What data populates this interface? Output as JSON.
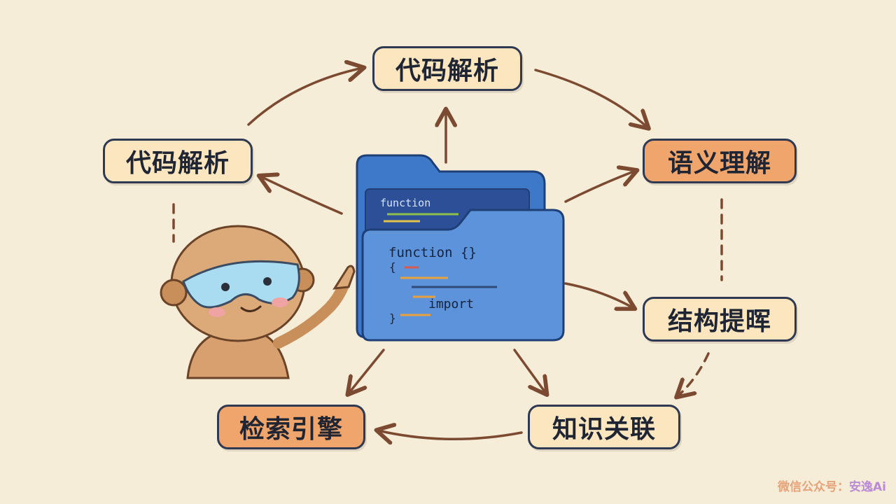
{
  "nodes": {
    "top": "代码解析",
    "left": "代码解析",
    "right_top": "语义理解",
    "right_mid": "结构提晖",
    "bottom_right": "知识关联",
    "bottom_left": "检索引擎"
  },
  "code": {
    "back_label": "function",
    "front_line1": "function {}",
    "front_brace_open": "{",
    "front_import": "import",
    "front_brace_close": "}"
  },
  "watermark": {
    "label": "微信公众号：",
    "brand": "安逸Ai"
  },
  "colors": {
    "background": "#f6edd9",
    "node_light": "#fbe6bf",
    "node_dark": "#efa56c",
    "arrow": "#7b4a30",
    "folder": "#3e78c8"
  }
}
